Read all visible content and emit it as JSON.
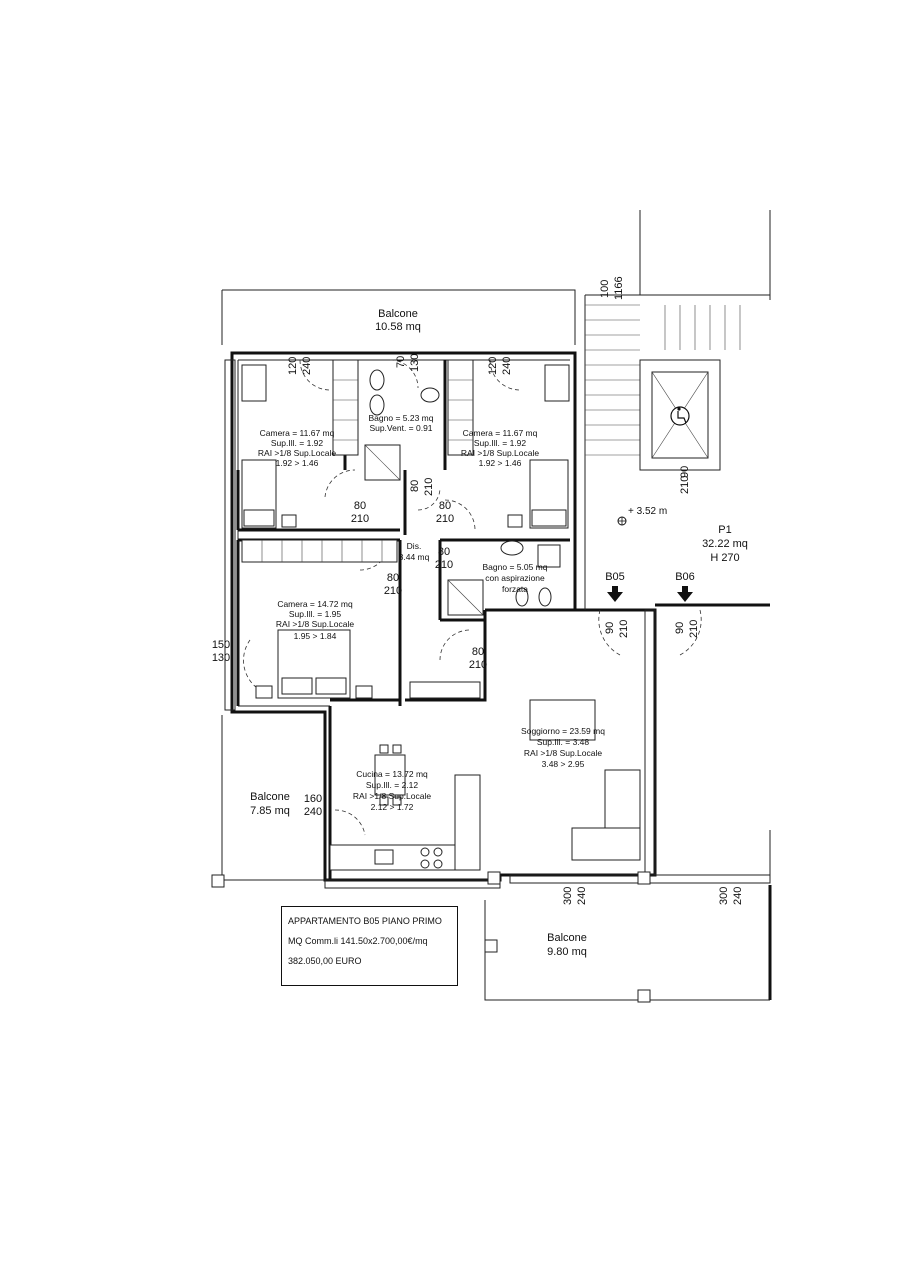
{
  "rooms": {
    "balcone_top": {
      "name": "Balcone",
      "area": "10.58 mq"
    },
    "camera_left": {
      "line1": "Camera = 11.67 mq",
      "line2": "Sup.Ill. = 1.92",
      "line3": "RAI >1/8 Sup.Locale",
      "line4": "1.92 > 1.46"
    },
    "bagno1": {
      "line1": "Bagno = 5.23 mq",
      "line2": "Sup.Vent. = 0.91"
    },
    "camera_right": {
      "line1": "Camera = 11.67 mq",
      "line2": "Sup.Ill. = 1.92",
      "line3": "RAI >1/8 Sup.Locale",
      "line4": "1.92 > 1.46"
    },
    "dis": {
      "line1": "Dis.",
      "line2": "8.44 mq"
    },
    "bagno2": {
      "line1": "Bagno = 5.05 mq",
      "line2": "con aspirazione",
      "line3": "forzata"
    },
    "camera_main": {
      "line1": "Camera = 14.72 mq",
      "line2": "Sup.Ill. = 1.95",
      "line3": "RAI >1/8 Sup.Locale",
      "line4": "1.95 > 1.84"
    },
    "soggiorno": {
      "line1": "Soggiorno = 23.59 mq",
      "line2": "Sup.Ill. = 3.48",
      "line3": "RAI >1/8 Sup.Locale",
      "line4": "3.48 > 2.95"
    },
    "cucina": {
      "line1": "Cucina = 13.72 mq",
      "line2": "Sup.Ill. = 2.12",
      "line3": "RAI >1/8 Sup.Locale",
      "line4": "2.12 > 1.72"
    },
    "balcone_left": {
      "name": "Balcone",
      "area": "7.85 mq"
    },
    "balcone_bottom": {
      "name": "Balcone",
      "area": "9.80 mq"
    },
    "landing": {
      "name": "P1",
      "area": "32.22 mq",
      "height": "H 270",
      "level": "+ 3.52 m"
    }
  },
  "doors": {
    "b05": "B05",
    "b06": "B06"
  },
  "dims": {
    "d120": "120",
    "d240": "240",
    "d70": "70",
    "d130": "130",
    "d80": "80",
    "d210": "210",
    "d150": "150",
    "d160": "160",
    "d90": "90",
    "d300": "300",
    "d100": "100",
    "d1166": "1166"
  },
  "info": {
    "line1": "APPARTAMENTO B05 PIANO PRIMO",
    "line2": "MQ Comm.li 141.50x2.700,00€/mq",
    "line3": "382.050,00 EURO"
  }
}
